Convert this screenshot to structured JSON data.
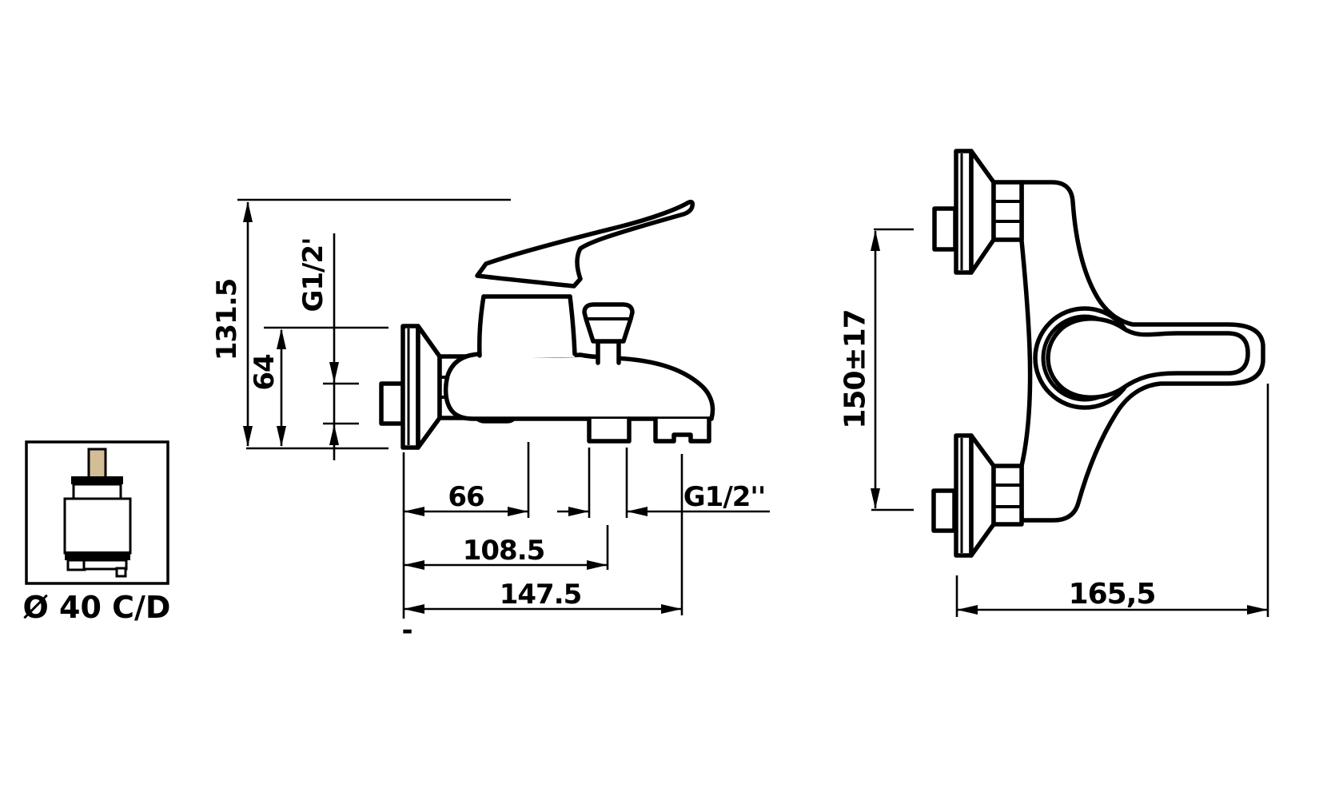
{
  "inset": {
    "label": "Ø 40 C/D",
    "stem_color": "#d3bd97"
  },
  "side_view": {
    "height_total": "131.5",
    "height_lower": "64",
    "inlet_thread": "G1/2'",
    "wall_to_cartridge": "66",
    "wall_to_hose_outlet": "108.5",
    "wall_to_spout_outlet": "147.5",
    "outlet_thread": "G1/2''",
    "tick": "-"
  },
  "front_view": {
    "inlet_centers": "150±17",
    "overall_width": "165,5"
  }
}
